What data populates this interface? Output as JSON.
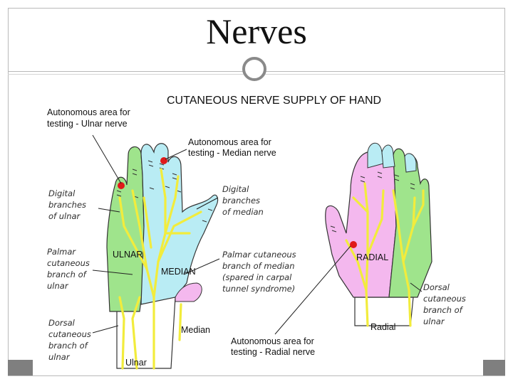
{
  "slide": {
    "title": "Nerves"
  },
  "figure": {
    "title": "CUTANEOUS NERVE SUPPLY OF HAND",
    "labels": {
      "autonomous_ulnar_1": "Autonomous area for",
      "autonomous_ulnar_2": "testing - Ulnar nerve",
      "autonomous_median_1": "Autonomous area for",
      "autonomous_median_2": "testing - Median nerve",
      "digital_ulnar_1": "Digital",
      "digital_ulnar_2": "branches",
      "digital_ulnar_3": "of ulnar",
      "digital_median_1": "Digital",
      "digital_median_2": "branches",
      "digital_median_3": "of median",
      "palmar_ulnar_1": "Palmar",
      "palmar_ulnar_2": "cutaneous",
      "palmar_ulnar_3": "branch of",
      "palmar_ulnar_4": "ulnar",
      "palmar_median_1": "Palmar cutaneous",
      "palmar_median_2": "branch of median",
      "palmar_median_3": "(spared in carpal",
      "palmar_median_4": "tunnel syndrome)",
      "dorsal_ulnar_left_1": "Dorsal",
      "dorsal_ulnar_left_2": "cutaneous",
      "dorsal_ulnar_left_3": "branch of",
      "dorsal_ulnar_left_4": "ulnar",
      "dorsal_ulnar_right_1": "Dorsal",
      "dorsal_ulnar_right_2": "cutaneous",
      "dorsal_ulnar_right_3": "branch of",
      "dorsal_ulnar_right_4": "ulnar",
      "autonomous_radial_1": "Autonomous area for",
      "autonomous_radial_2": "testing - Radial nerve",
      "region_ulnar": "ULNAR",
      "region_median": "MEDIAN",
      "region_radial": "RADIAL",
      "nerve_median": "Median",
      "nerve_ulnar": "Ulnar",
      "nerve_radial": "Radial"
    }
  },
  "colors": {
    "ulnar": "#9fe48c",
    "median": "#b9ecf4",
    "radial": "#f4b8ee",
    "nerve": "#f2ec3c",
    "autonomous_dot": "#e01a1a"
  }
}
